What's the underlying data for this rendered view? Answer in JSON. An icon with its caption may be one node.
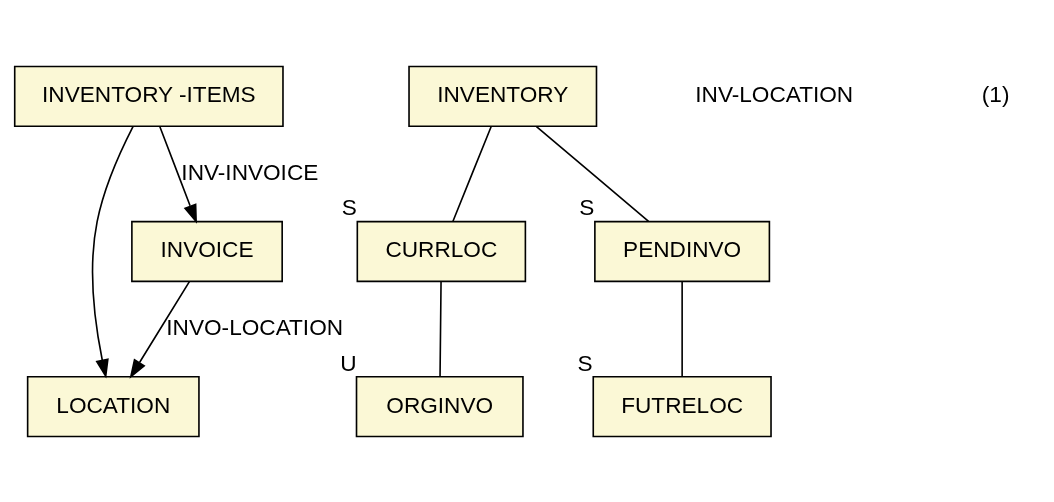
{
  "diagram": {
    "nodes": [
      {
        "text": [
          "INVENTORY -ITEMS"
        ]
      },
      {
        "text": [
          "LOCATION"
        ]
      },
      {
        "text": [
          "INVOICE"
        ]
      },
      {
        "text": [
          "INVENTORY"
        ]
      },
      {
        "text": [
          "CURRLOC"
        ],
        "beside": [
          "S"
        ]
      },
      {
        "text": [
          "PENDINVO"
        ],
        "beside": [
          "S"
        ]
      },
      {
        "text": [
          "ORGINVO"
        ],
        "beside": [
          "U"
        ]
      },
      {
        "text": [
          "FUTRELOC"
        ],
        "beside": [
          "S"
        ]
      }
    ],
    "edges": [
      {
        "from": 0,
        "to": 1,
        "arrow": "to"
      },
      {
        "from": 0,
        "to": 2,
        "arrow": "to",
        "label": "INV-INVOICE"
      },
      {
        "from": 2,
        "to": 1,
        "arrow": "to",
        "label": "INVO-LOCATION"
      },
      {
        "from": 3,
        "to": 4,
        "arrow": "none"
      },
      {
        "from": 3,
        "to": 5,
        "arrow": "none"
      },
      {
        "from": 4,
        "to": 6,
        "arrow": "none"
      },
      {
        "from": 5,
        "to": 7,
        "arrow": "none"
      }
    ],
    "labels": [
      "INV-LOCATION",
      "(1)"
    ]
  }
}
